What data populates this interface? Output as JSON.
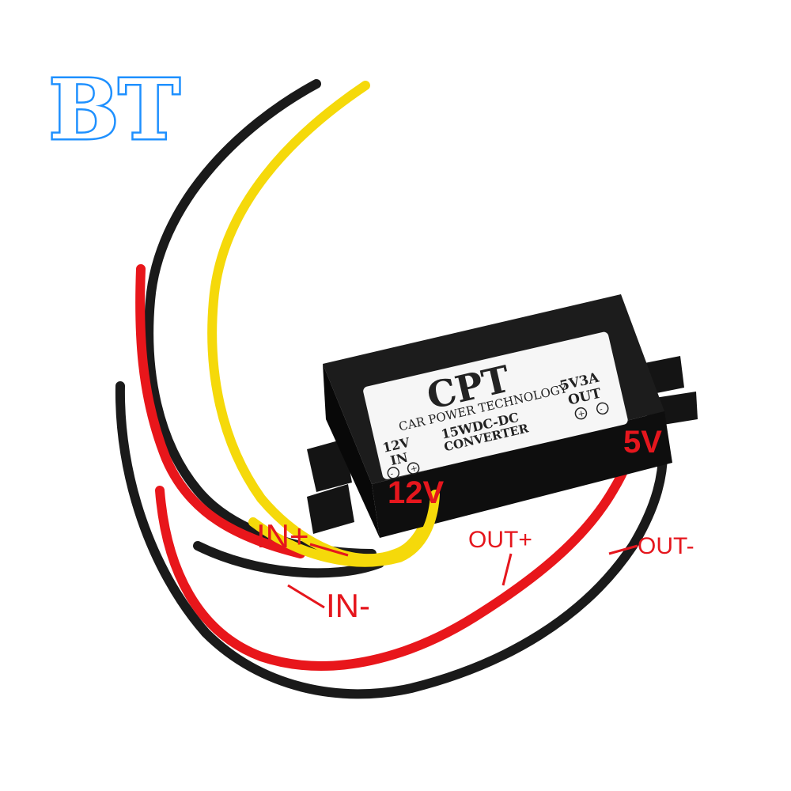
{
  "logo": {
    "text": "BT"
  },
  "label": {
    "brand": "CPT",
    "tagline": "CAR POWER TECHNOLOGY",
    "input_voltage": "12V",
    "input_label": "IN",
    "power_line": "15WDC-DC",
    "converter_line": "CONVERTER",
    "output_rating": "5V3A",
    "output_label": "OUT",
    "input_polarity": [
      "-",
      "+"
    ],
    "output_polarity": [
      "+",
      "-"
    ]
  },
  "callouts": {
    "input_voltage": "12V",
    "output_voltage": "5V",
    "in_plus": "IN+",
    "in_minus": "IN-",
    "out_plus": "OUT+",
    "out_minus": "OUT-"
  },
  "colors": {
    "wire_red": "#e8161b",
    "wire_black": "#1a1a1a",
    "wire_yellow": "#f5d90a",
    "housing": "#141414",
    "callout": "#e5161d",
    "logo_stroke": "#1e90ff"
  }
}
